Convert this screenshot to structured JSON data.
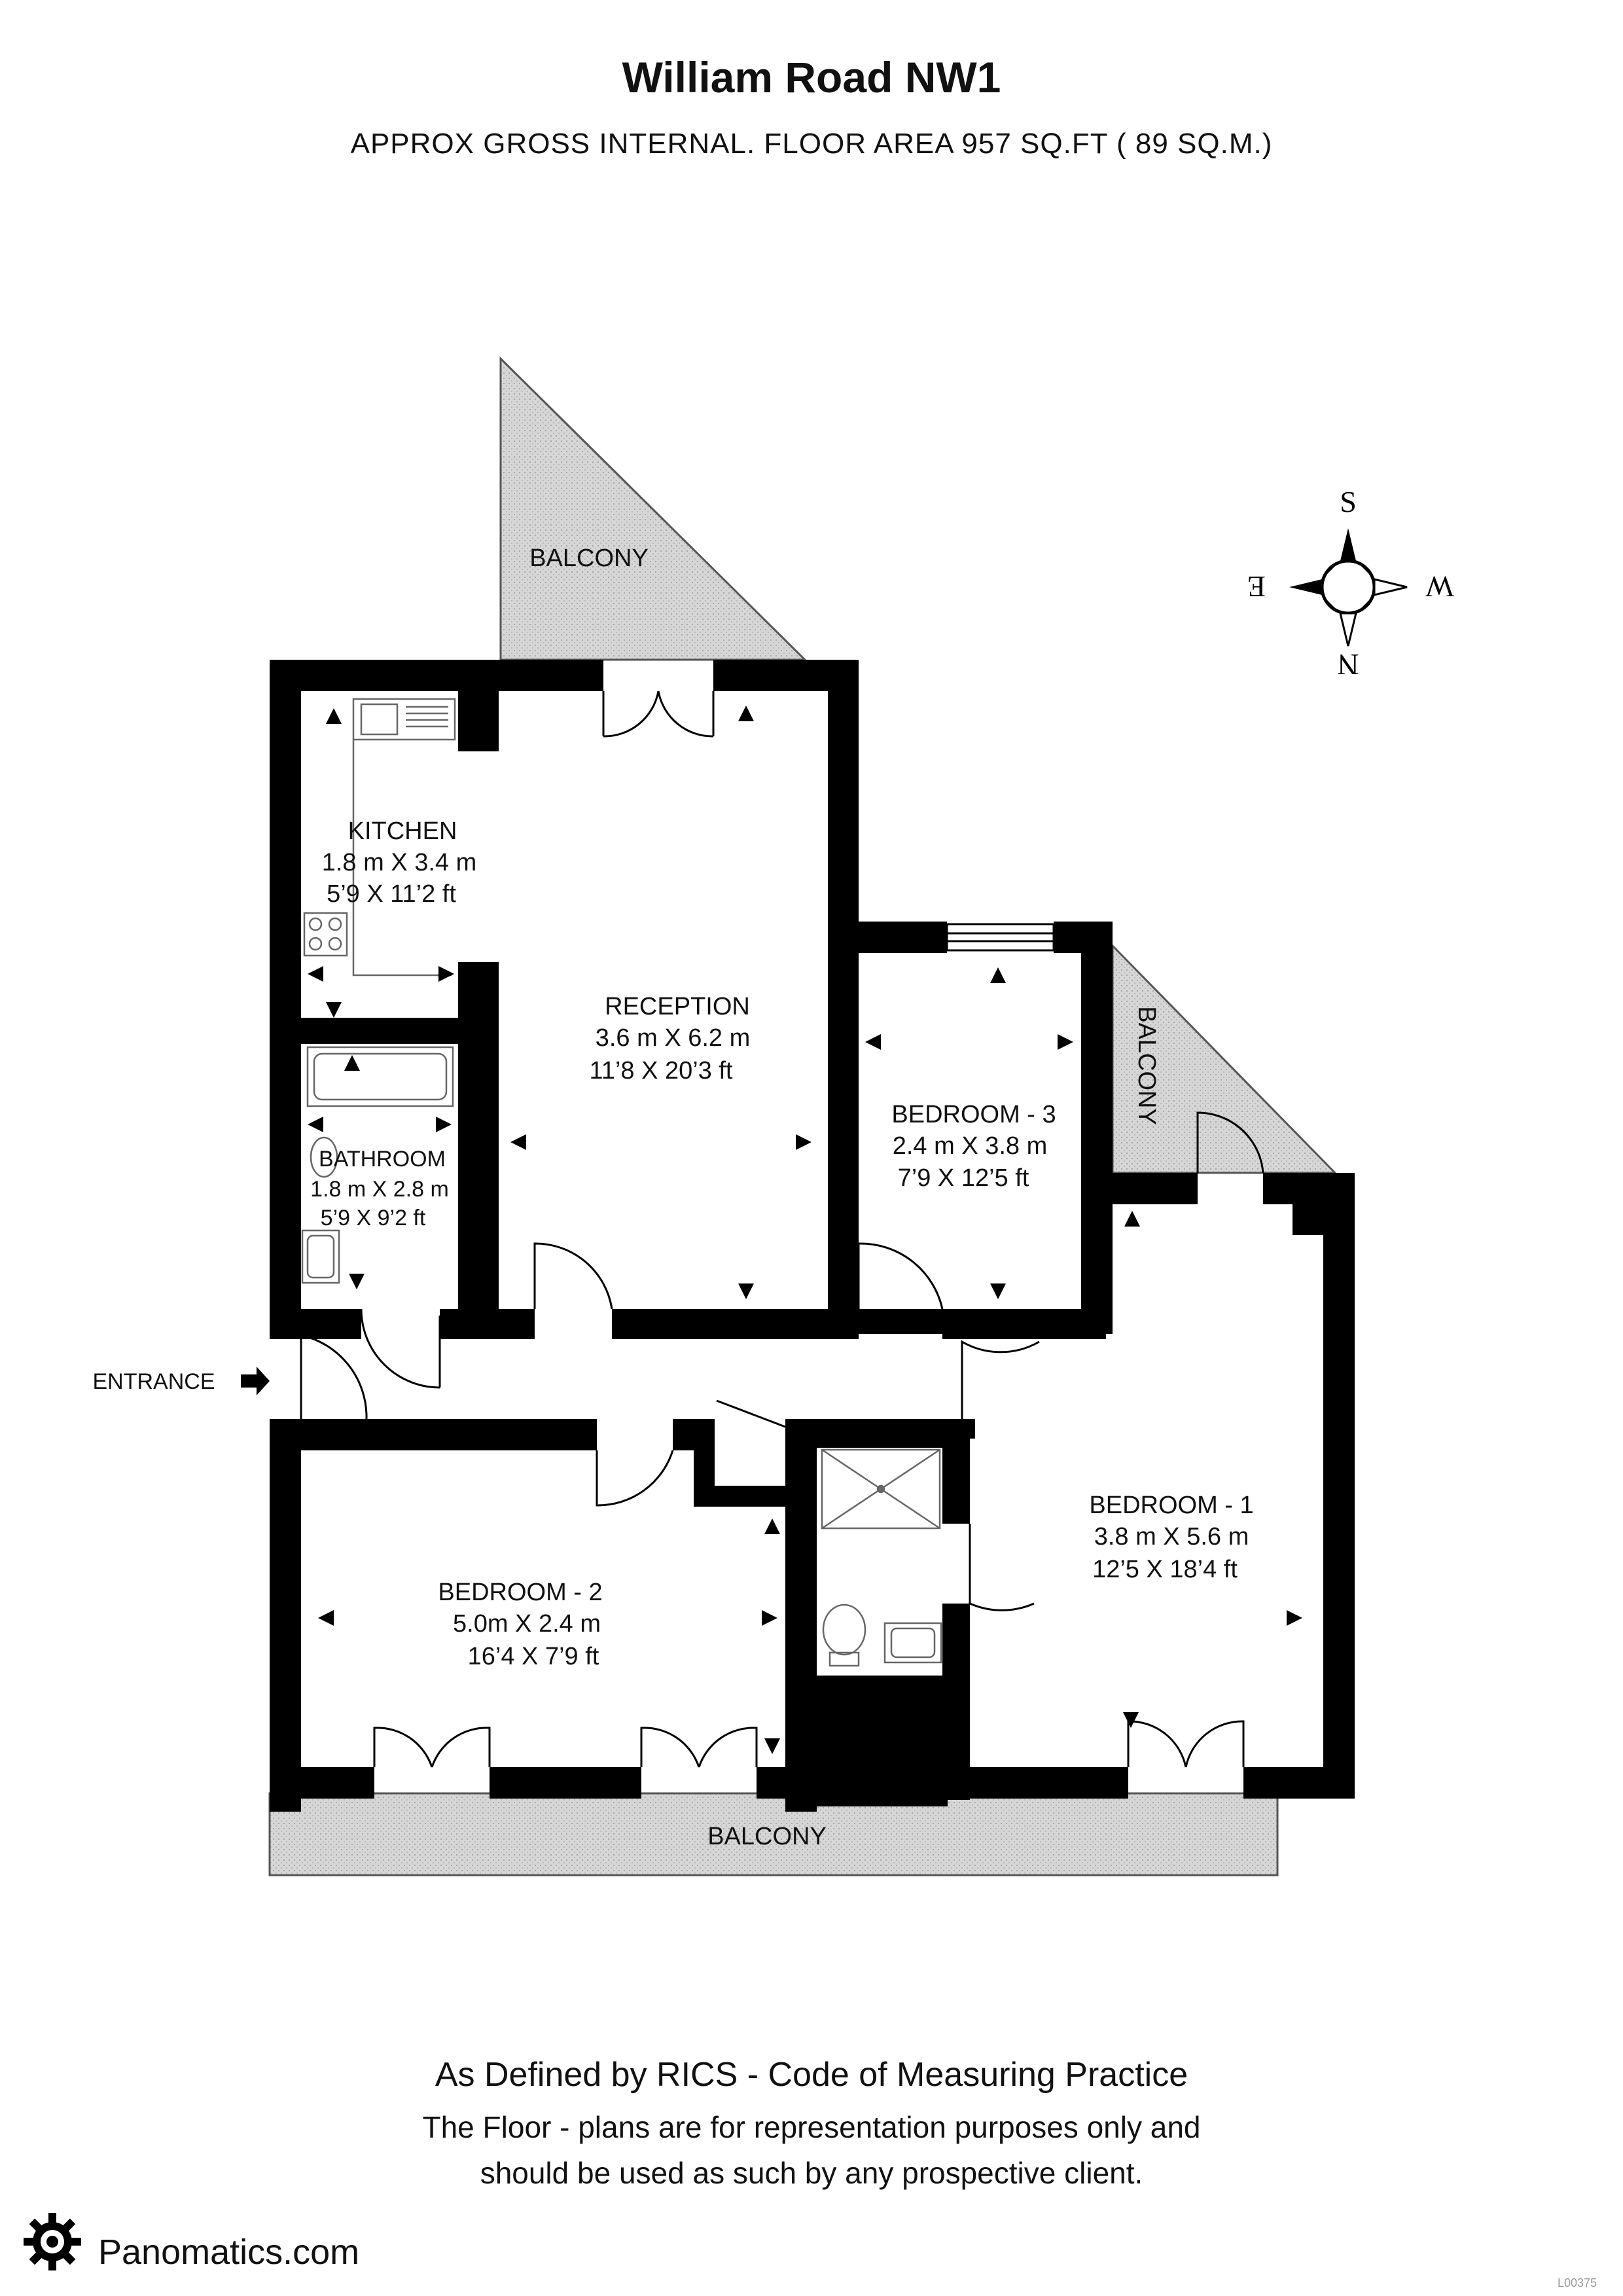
{
  "header": {
    "title": "William Road NW1",
    "subtitle": "APPROX GROSS INTERNAL. FLOOR AREA 957 SQ.FT ( 89 SQ.M.)"
  },
  "rooms": {
    "kitchen": {
      "name": "KITCHEN",
      "metric": "1.8 m X 3.4 m",
      "imperial": "5’9 X 11’2 ft"
    },
    "reception": {
      "name": "RECEPTION",
      "metric": "3.6 m X 6.2 m",
      "imperial": "11’8 X 20’3 ft"
    },
    "bathroom": {
      "name": "BATHROOM",
      "metric": "1.8 m X 2.8 m",
      "imperial": "5’9 X 9’2 ft"
    },
    "bedroom3": {
      "name": "BEDROOM - 3",
      "metric": "2.4 m X 3.8 m",
      "imperial": "7’9 X 12’5 ft"
    },
    "bedroom2": {
      "name": "BEDROOM - 2",
      "metric": "5.0m X 2.4 m",
      "imperial": "16’4 X 7’9 ft"
    },
    "bedroom1": {
      "name": "BEDROOM - 1",
      "metric": "3.8 m X 5.6 m",
      "imperial": "12’5 X 18’4 ft"
    }
  },
  "labels": {
    "balcony_top": "BALCONY",
    "balcony_right": "BALCONY",
    "balcony_bottom": "BALCONY",
    "entrance": "ENTRANCE"
  },
  "compass": {
    "s": "S",
    "w": "W",
    "e": "E",
    "n": "N"
  },
  "footer": {
    "line1": "As Defined by RICS - Code of Measuring Practice",
    "line2": "The Floor - plans are for representation purposes only and",
    "line3": "should be used as such by any prospective client.",
    "brand": "Panomatics.com",
    "ref": "L00375"
  },
  "colors": {
    "wall": "#000000",
    "balcony": "#d9d9d9",
    "fixture": "#888888"
  },
  "icons": [
    "compass-rose-icon",
    "gear-logo-icon",
    "entrance-arrow-icon"
  ]
}
